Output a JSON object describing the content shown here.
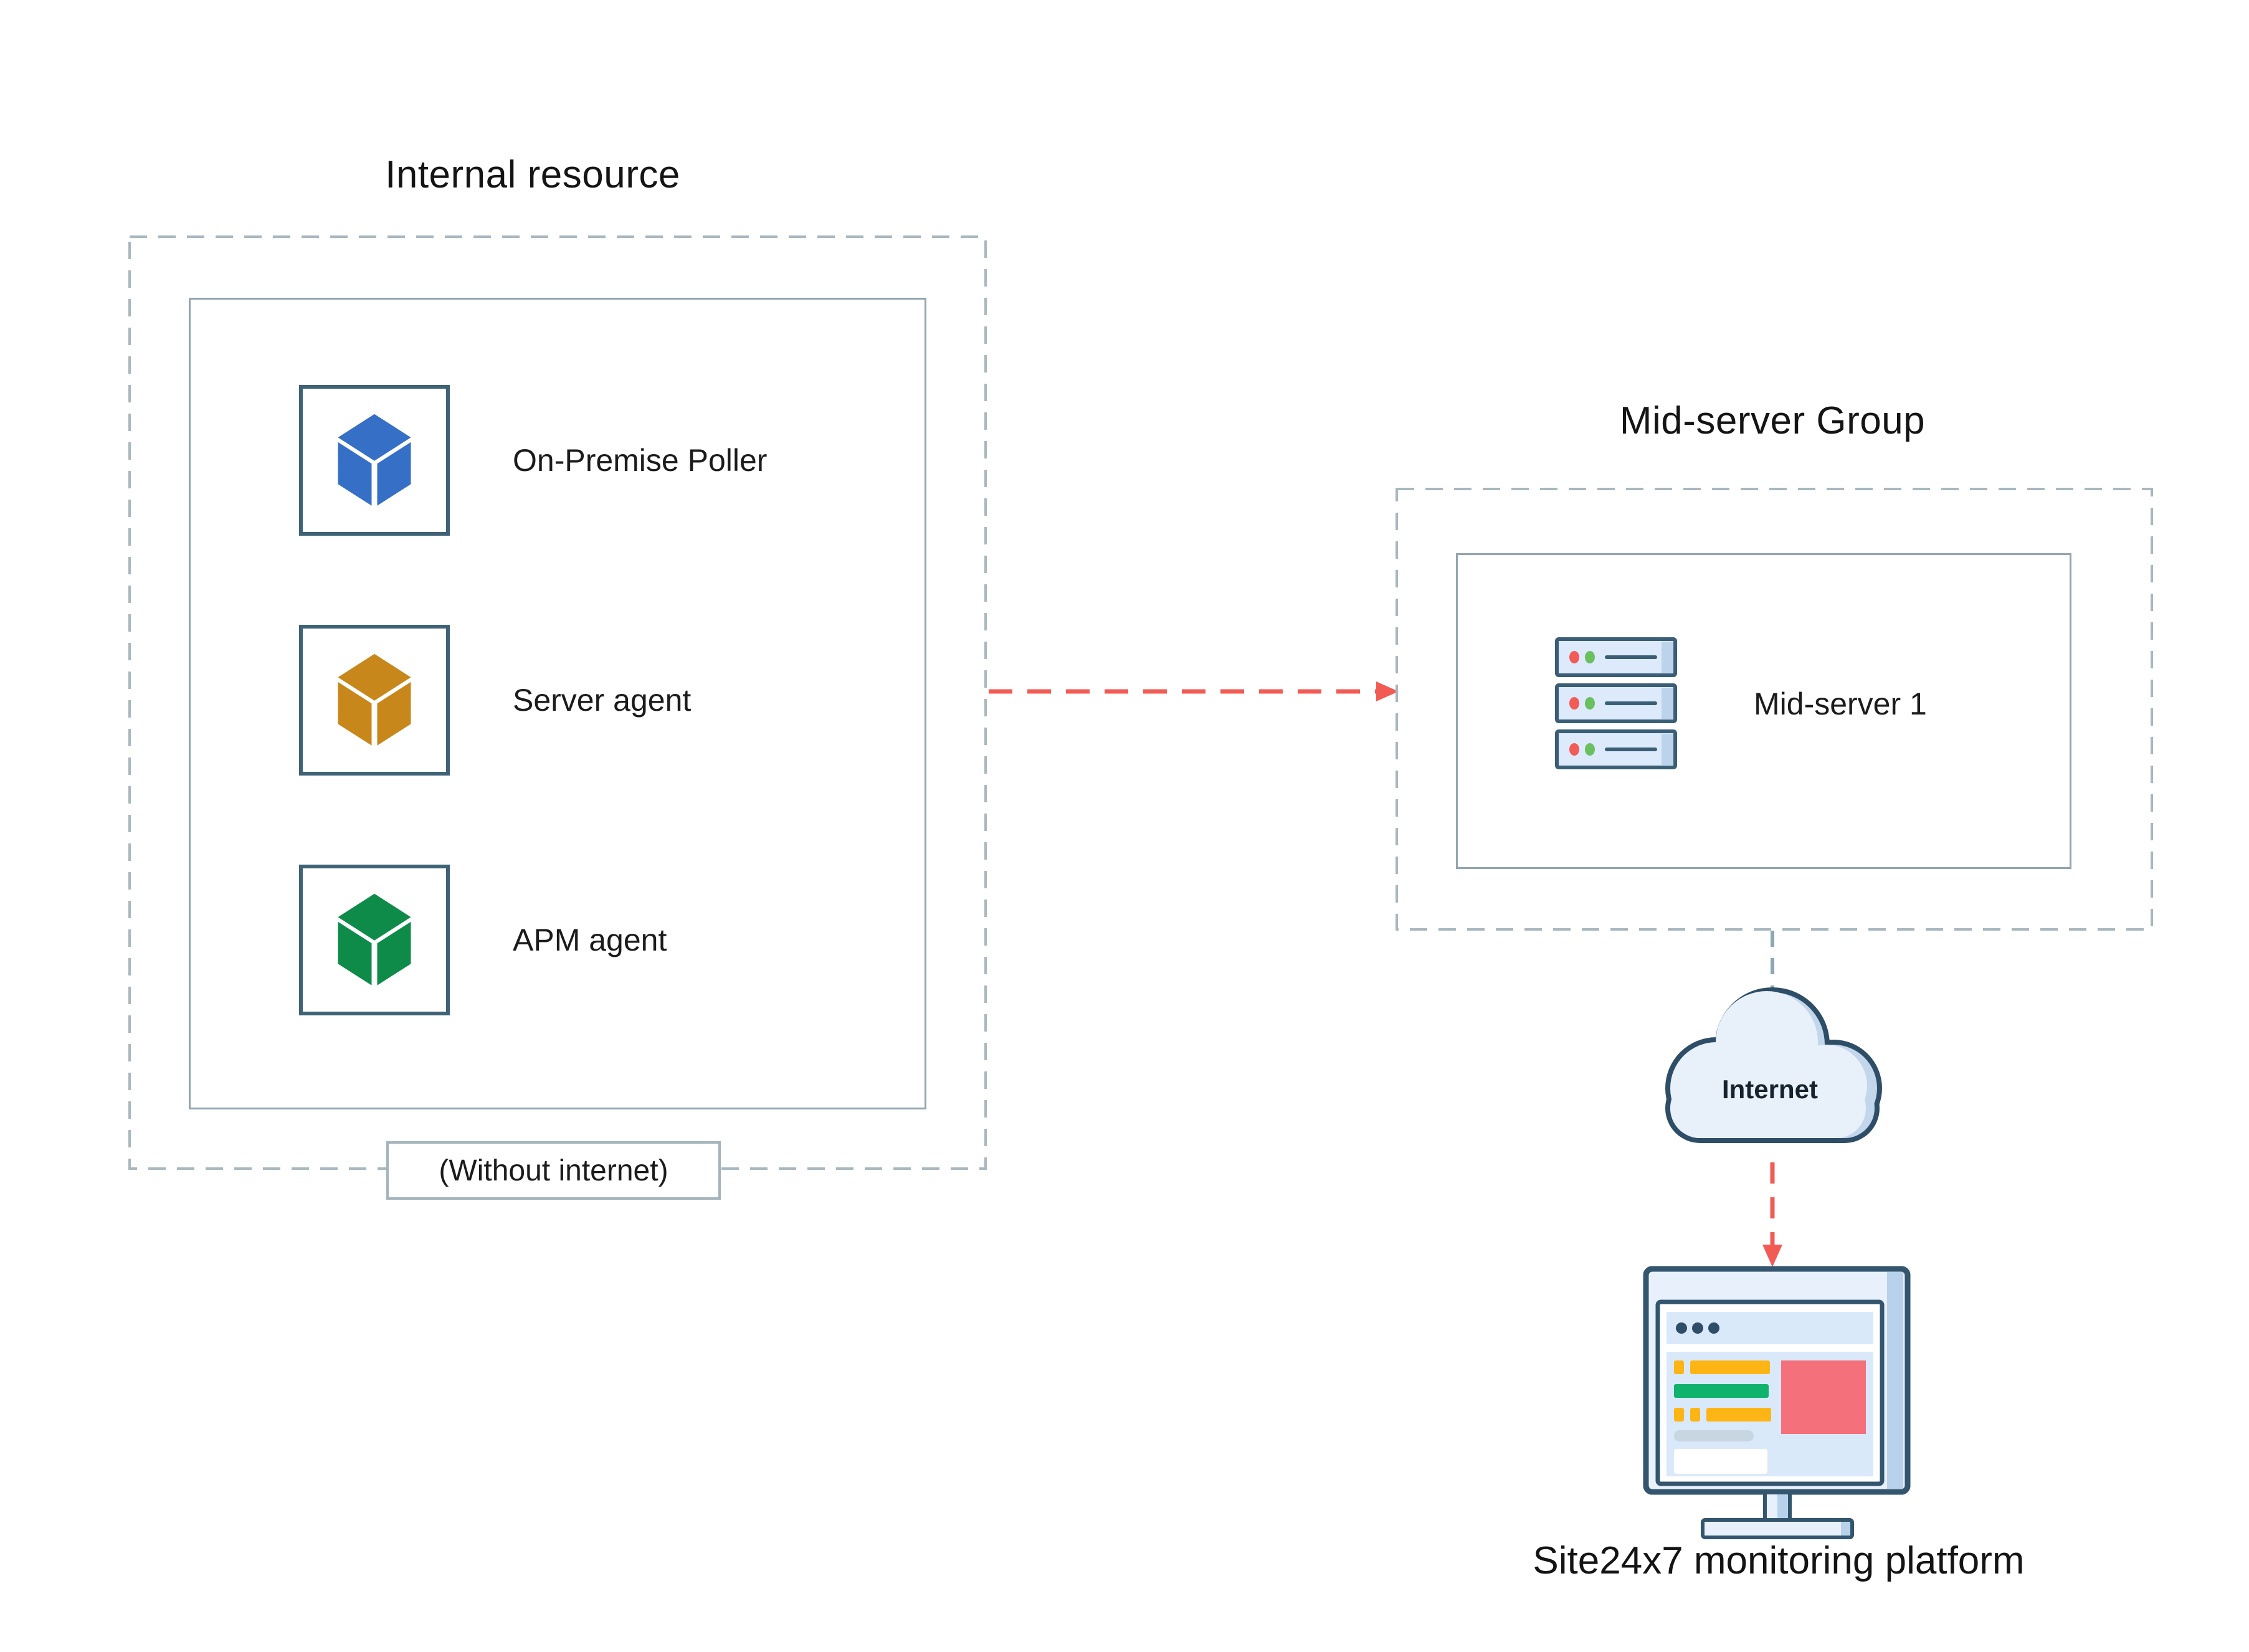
{
  "internal_resource": {
    "title": "Internal resource",
    "items": [
      {
        "label": "On-Premise Poller",
        "icon": "cube-icon",
        "color": "#366fc6"
      },
      {
        "label": "Server agent",
        "icon": "cube-icon",
        "color": "#c8871b"
      },
      {
        "label": "APM agent",
        "icon": "cube-icon",
        "color": "#0e8b48"
      }
    ],
    "footnote": "(Without internet)"
  },
  "mid_server_group": {
    "title": "Mid-server Group",
    "server": {
      "label": "Mid-server 1",
      "icon": "server-stack-icon"
    }
  },
  "cloud": {
    "label": "Internet",
    "icon": "cloud-icon"
  },
  "platform": {
    "label": "Site24x7 monitoring platform",
    "icon": "monitor-icon"
  },
  "colors": {
    "connector_red": "#f25b54",
    "connector_gray": "#8fa6b3",
    "dashed_border": "#a9b7bf",
    "solid_border": "#93a5ae",
    "icon_box_border": "#3e6276",
    "cube_blue": "#366fc6",
    "cube_orange": "#c8871b",
    "cube_green": "#0e8b48",
    "server_fill": "#ddeafb",
    "server_border": "#3a5e76",
    "cloud_fill": "#e8f0fa",
    "cloud_shade": "#c3d7ec",
    "cloud_border": "#2e4d66"
  }
}
